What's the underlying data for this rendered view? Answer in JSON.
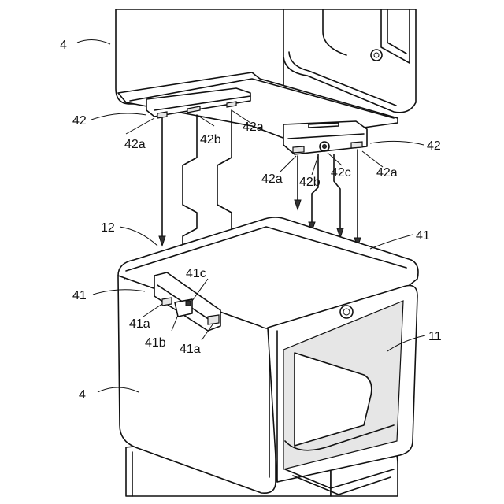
{
  "figure": {
    "labels": {
      "upper_unit": "4",
      "rear_guide_left": "42",
      "rear_guide_right": "42",
      "hook_l1": "42a",
      "hook_l2": "42a",
      "boss_left": "42b",
      "hook_r1": "42a",
      "boss_right": "42b",
      "contact_right": "42c",
      "hook_r2": "42a",
      "top_panel": "12",
      "receiver_right": "41",
      "receiver_left": "41",
      "lug_top": "41a",
      "socket": "41b",
      "terminal": "41c",
      "lug_bottom": "41a",
      "cavity": "11",
      "lower_unit": "4"
    }
  }
}
